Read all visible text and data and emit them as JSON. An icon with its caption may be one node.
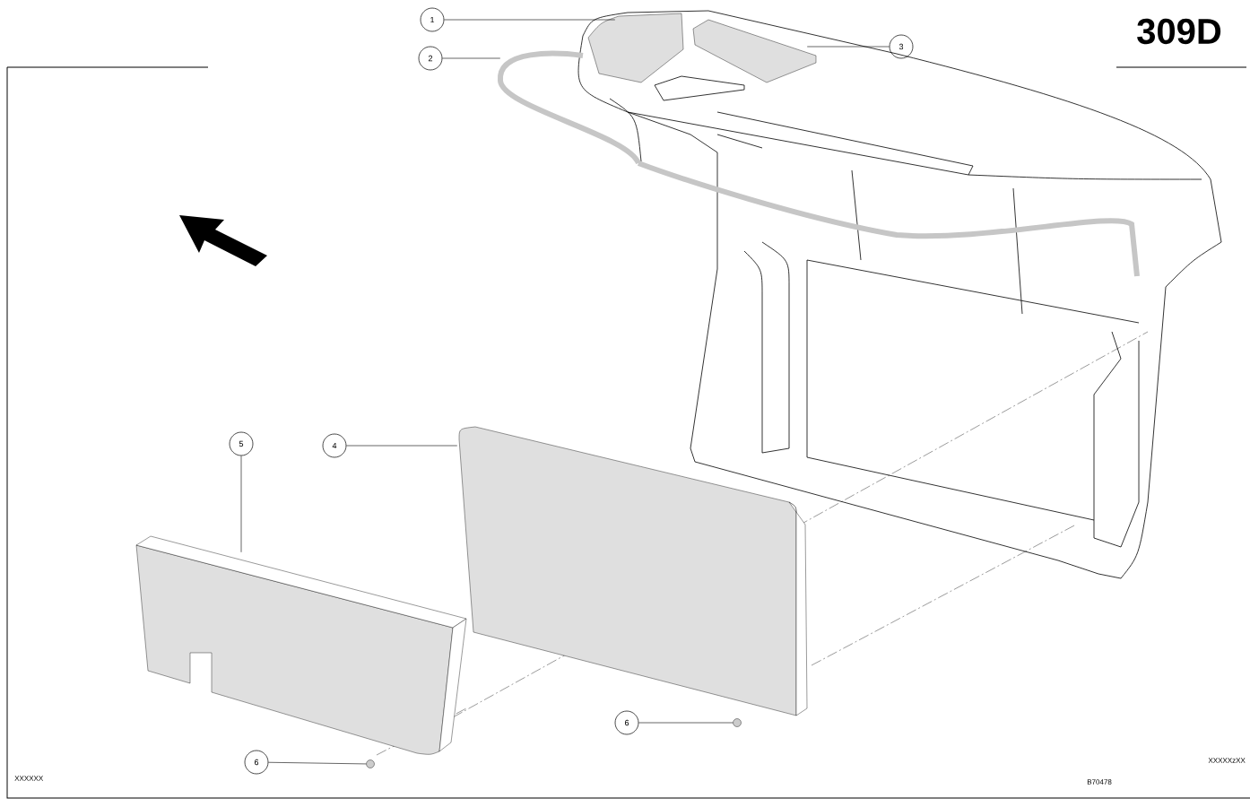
{
  "diagram": {
    "nodes": [
      {
        "text": [
          "1"
        ]
      },
      {
        "text": [
          "2"
        ]
      },
      {
        "text": [
          "3"
        ]
      },
      {
        "text": [
          "4"
        ]
      },
      {
        "text": [
          "5"
        ]
      },
      {
        "text": [
          "6"
        ]
      },
      {
        "text": [
          "6"
        ]
      },
      {
        "text": [],
        "shape": "picture"
      },
      {
        "text": [],
        "shape": "picture"
      },
      {
        "text": [],
        "shape": "picture"
      },
      {
        "text": [],
        "shape": "picture"
      },
      {
        "text": [],
        "shape": "picture"
      },
      {
        "text": [],
        "shape": "circle"
      },
      {
        "text": [],
        "shape": "circle"
      }
    ],
    "edges": [
      {
        "from": 0,
        "to": 7,
        "arrow": "none"
      },
      {
        "from": 1,
        "to": 8,
        "arrow": "none"
      },
      {
        "from": 2,
        "to": 9,
        "arrow": "none"
      },
      {
        "from": 3,
        "to": 10,
        "arrow": "none"
      },
      {
        "from": 4,
        "to": 11,
        "arrow": "none"
      },
      {
        "from": 5,
        "to": 12,
        "arrow": "none"
      },
      {
        "from": 6,
        "to": 13,
        "arrow": "none"
      }
    ],
    "labels": [
      "309D",
      "XXXXXzXX",
      "XXXXXX",
      "B70478"
    ]
  }
}
